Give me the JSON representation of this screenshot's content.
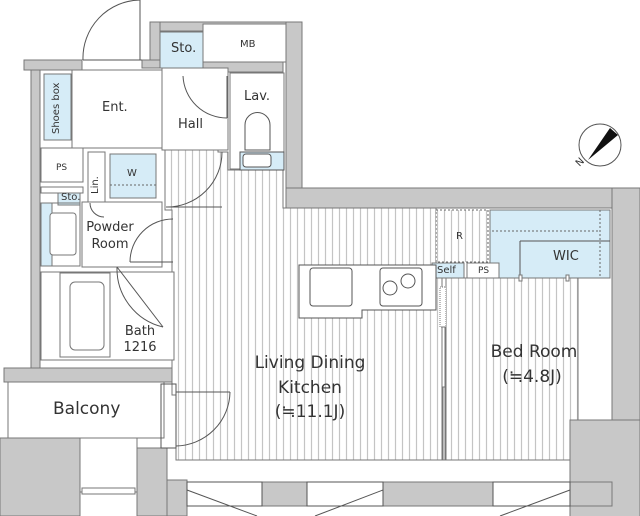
{
  "plan": {
    "colors": {
      "wall": "#c8c8c8",
      "wall_stroke": "#777777",
      "storage": "#d6ecf7",
      "floor_line": "#bdbdbd",
      "text": "#333333"
    },
    "rooms": {
      "entrance": "Ent.",
      "hall": "Hall",
      "lavatory": "Lav.",
      "meter_box": "MB",
      "storage_top": "Sto.",
      "shoes_box": "Shoes box",
      "pipe_space_left": "PS",
      "linen": "Lin.",
      "washer": "W",
      "storage_small": "Sto.",
      "powder_room_line1": "Powder",
      "powder_room_line2": "Room",
      "bath_line1": "Bath",
      "bath_line2": "1216",
      "balcony": "Balcony",
      "ldk_line1": "Living Dining",
      "ldk_line2": "Kitchen",
      "ldk_line3": "(≒11.1J)",
      "bedroom_line1": "Bed Room",
      "bedroom_line2": "(≒4.8J)",
      "refrigerator": "R",
      "shelf": "Self",
      "pipe_space_right": "PS",
      "walk_in_closet": "WIC"
    },
    "compass": {
      "label": "N",
      "icon": "north-arrow-icon"
    }
  }
}
